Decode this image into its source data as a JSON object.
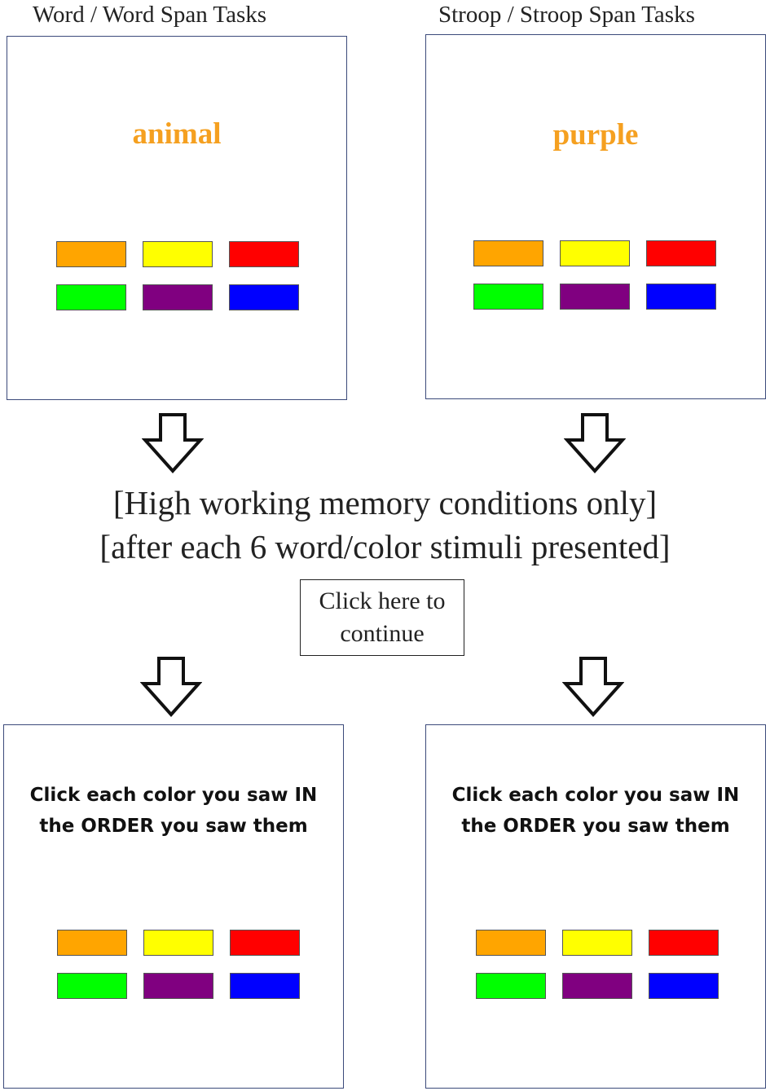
{
  "headings": {
    "left": "Word / Word Span Tasks",
    "right": "Stroop / Stroop Span Tasks"
  },
  "stimuli": {
    "left_word": "animal",
    "right_word": "purple",
    "word_color": "#f5a020"
  },
  "notes": {
    "line1": "[High working memory conditions only]",
    "line2": "[after each 6 word/color stimuli presented]"
  },
  "continue_button": {
    "line1": "Click here to",
    "line2": "continue"
  },
  "recall_prompt": {
    "line1": "Click each color you saw IN",
    "line2": "the ORDER you saw them"
  },
  "palette": {
    "orange": "#ffa500",
    "yellow": "#ffff00",
    "red": "#ff0000",
    "green": "#00ff00",
    "purple": "#800080",
    "blue": "#0000ff"
  },
  "colors": {
    "panel_border": "#3b4a7a"
  }
}
